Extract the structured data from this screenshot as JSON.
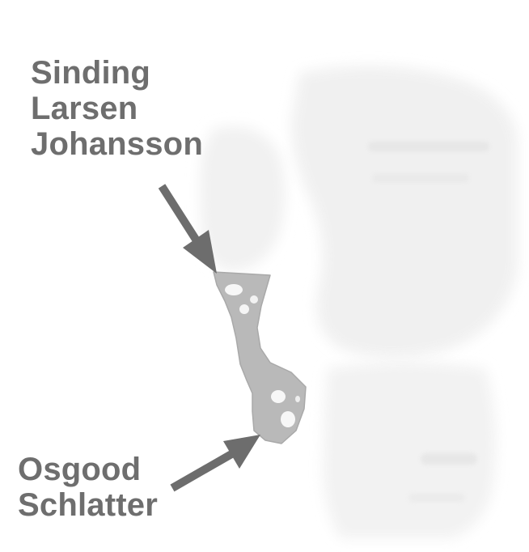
{
  "labels": {
    "top": [
      "Sinding",
      "Larsen",
      "Johansson"
    ],
    "bottom": [
      "Osgood",
      "Schlatter"
    ]
  },
  "colors": {
    "text": "#6e6e6e",
    "arrow": "#6d6d6d",
    "tendon": "#b9b9b9",
    "bone_shadow": "#ececec"
  }
}
